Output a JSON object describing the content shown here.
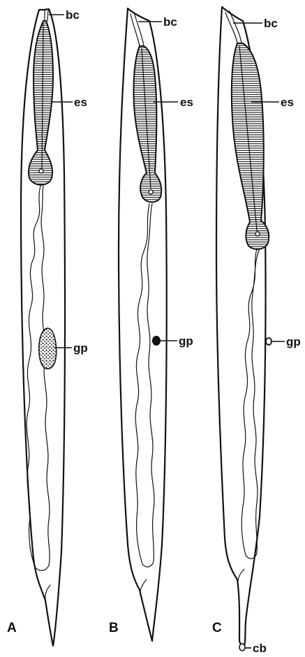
{
  "figure": {
    "panels": [
      {
        "id": "A",
        "panel_label": "A",
        "labels": {
          "bc": "bc",
          "es": "es",
          "gp": "gp"
        }
      },
      {
        "id": "B",
        "panel_label": "B",
        "labels": {
          "bc": "bc",
          "es": "es",
          "gp": "gp"
        }
      },
      {
        "id": "C",
        "panel_label": "C",
        "labels": {
          "bc": "bc",
          "es": "es",
          "gp": "gp",
          "cb": "cb"
        }
      }
    ]
  },
  "colors": {
    "ink": "#111111",
    "background": "#ffffff"
  }
}
